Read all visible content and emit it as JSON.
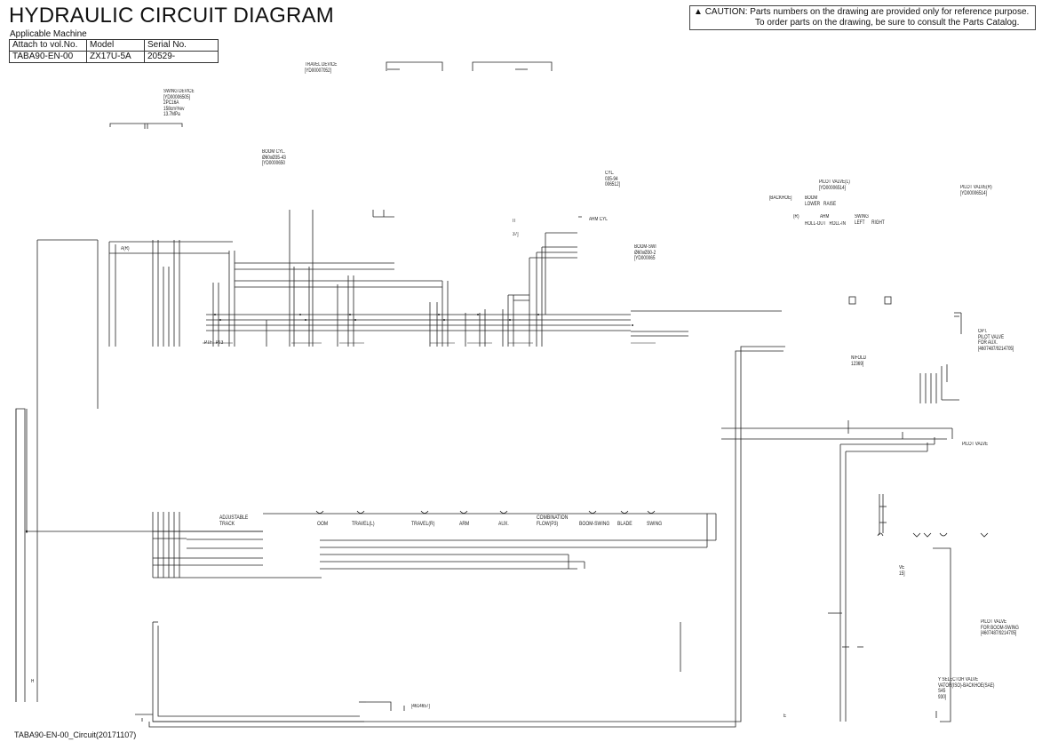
{
  "header": {
    "title": "HYDRAULIC CIRCUIT DIAGRAM",
    "applicable": "Applicable Machine",
    "meta_table": {
      "headers": [
        "Attach to vol.No.",
        "Model",
        "Serial No."
      ],
      "row": [
        "TABA90-EN-00",
        "ZX17U-5A",
        "20529-"
      ]
    },
    "caution_line1": "CAUTION: Parts numbers on the drawing are provided only for reference purpose.",
    "caution_line2": "To order parts on the drawing, be sure to consult the Parts Catalog."
  },
  "footer": "TABA90-EN-00_Circuit(20171107)",
  "labels": {
    "travel_device": "TRAVEL DEVICE\n[YD00007052]",
    "swing_device": "SWING DEVICE\n[YD00006505]\n2PC16A\n158cm³/rev\n13.7MPa",
    "boom_cyl": "BOOM CYL.\nØ60xØ35-43\n[YD0000650",
    "arm_cyl_top": "CYL.\n035-94\n006512]",
    "a_r": "A(R)",
    "l_t": "IT",
    "t_37": "37]",
    "arm_cyl": "ARM CYL",
    "boom_swing_cyl": "BOOM-SWI\nØ60xØ30-2\n[YD000065",
    "pilot_valve_l": "PILOT VALVE(L)\n[YD00006514]",
    "backhoe": "[BACKHOE]",
    "boom_lower_raise": "BOOM\nLOWER   RAISE",
    "arm": "ARM",
    "roll": "ROLL-OUT   ROLL-IN",
    "swing_lr": "SWING\nLEFT      RIGHT",
    "r_mark": "(R)",
    "pilot_valve_r": "PILOT VALVE(R)\n[YD00006514]",
    "manifold": "NIFOLD\n12369]",
    "opt_pilot": "OPT.\nPILOT VALVE\nFOR AUX.\n[4607487/9214705]",
    "pilot_valve_short": "PILOT VALVE",
    "adjustable_track": "ADJUSTABLE\nTRACK",
    "boom_sec": "OOM",
    "travel_l": "TRAVEL(L)",
    "travel_r": "TRAVEL(R)",
    "arm_sec": "ARM",
    "aux_sec": "AUX.",
    "combination": "COMBINATION\nFLOW(P3)",
    "boom_swing_sec": "BOOM-SWING",
    "blade_sec": "BLADE",
    "swing_sec": "SWING",
    "valve_15": "VE\n15]",
    "pilot_boom_swing": "PILOT VALVE\nFOR BOOM-SWING\n[4607487/9214705]",
    "selector_valve": "Y SELECTOR VALVE\nVATOR(ISO)-BACKHOE(SAE)\nS45\n930]",
    "part_4614657": "[4614657]",
    "h_mark": "H",
    "e_mark": "E",
    "ports": "PTF   PT3"
  }
}
